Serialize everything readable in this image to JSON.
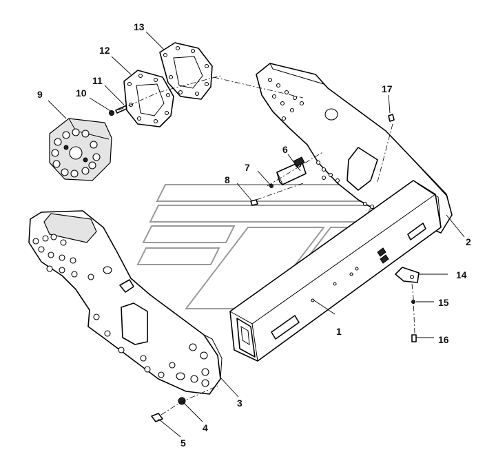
{
  "callouts": [
    {
      "id": "c1",
      "text": "1"
    },
    {
      "id": "c2",
      "text": "2"
    },
    {
      "id": "c3",
      "text": "3"
    },
    {
      "id": "c4",
      "text": "4"
    },
    {
      "id": "c5",
      "text": "5"
    },
    {
      "id": "c6",
      "text": "6"
    },
    {
      "id": "c7",
      "text": "7"
    },
    {
      "id": "c8",
      "text": "8"
    },
    {
      "id": "c9",
      "text": "9"
    },
    {
      "id": "c10",
      "text": "10"
    },
    {
      "id": "c11",
      "text": "11"
    },
    {
      "id": "c12",
      "text": "12"
    },
    {
      "id": "c13",
      "text": "13"
    },
    {
      "id": "c14",
      "text": "14"
    },
    {
      "id": "c15",
      "text": "15"
    },
    {
      "id": "c16",
      "text": "16"
    },
    {
      "id": "c17",
      "text": "17"
    }
  ],
  "colors": {
    "ink": "#000000",
    "paper": "#ffffff",
    "watermark": "#9a9a9a"
  }
}
